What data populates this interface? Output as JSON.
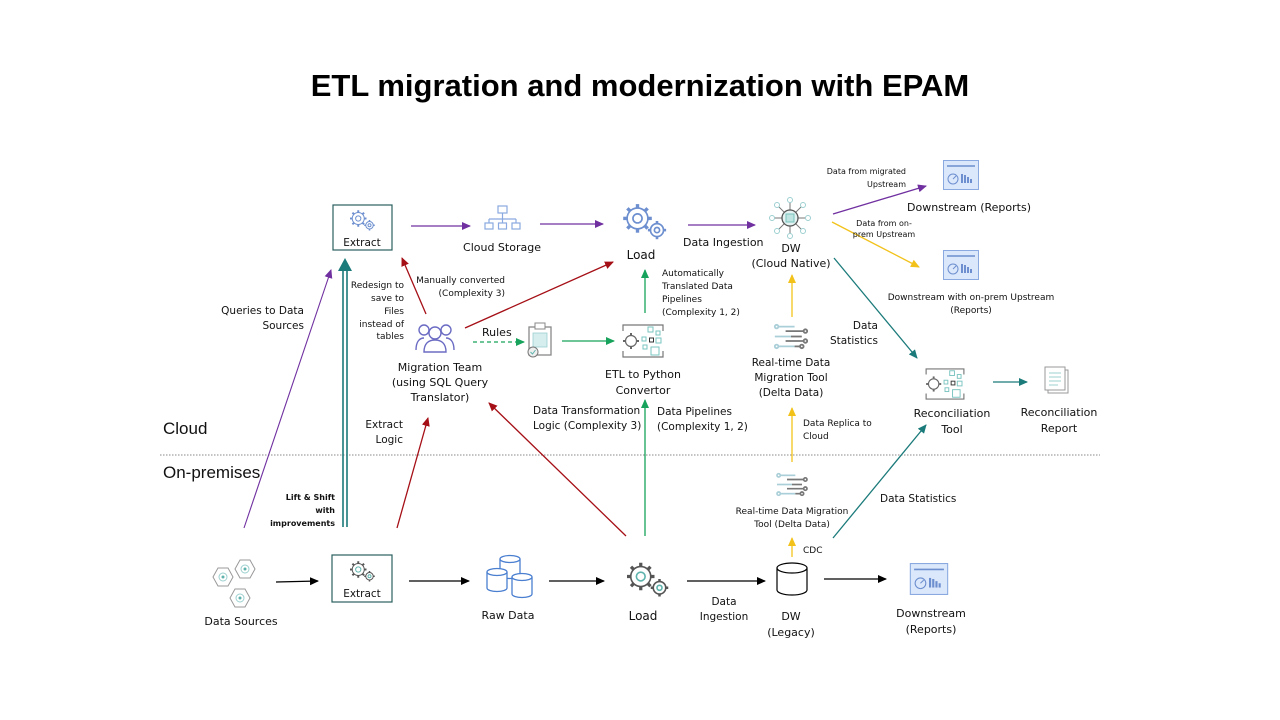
{
  "title": "ETL migration and modernization with EPAM",
  "zones": {
    "cloud": "Cloud",
    "on_prem": "On-premises"
  },
  "colors": {
    "purple": "#7030a0",
    "red": "#a50f16",
    "green": "#17a35b",
    "teal": "#1b7a7a",
    "yellow": "#f2c21b",
    "black": "#000000",
    "icon_blue": "#4a7fd0",
    "icon_teal": "#7ac4c0",
    "icon_grey": "#777777"
  },
  "nodes": {
    "extract_cloud": {
      "label": "Extract",
      "icon": "gears-icon"
    },
    "cloud_storage": {
      "label": "Cloud Storage",
      "icon": "hierarchy-icon"
    },
    "load_cloud": {
      "label": "Load",
      "icon": "gears-icon"
    },
    "dw_cloud": {
      "label_lines": [
        "DW",
        "(Cloud Native)"
      ],
      "icon": "hub-database-icon"
    },
    "downstream_reports": {
      "label": "Downstream (Reports)",
      "icon": "dashboard-icon"
    },
    "downstream_onprem_upstream": {
      "label_lines": [
        "Downstream with on-prem Upstream",
        "(Reports)"
      ],
      "icon": "dashboard-icon"
    },
    "migration_team": {
      "label_lines": [
        "Migration Team",
        "(using SQL Query",
        "Translator)"
      ],
      "icon": "team-icon"
    },
    "rules_doc": {
      "icon": "clipboard-check-icon"
    },
    "etl_python": {
      "label_lines": [
        "ETL to Python",
        "Convertor"
      ],
      "icon": "converter-icon"
    },
    "rt_tool_cloud": {
      "label_lines": [
        "Real-time Data",
        "Migration Tool",
        "(Delta Data)"
      ],
      "icon": "stream-icon"
    },
    "recon_tool": {
      "label_lines": [
        "Reconciliation",
        "Tool"
      ],
      "icon": "converter-icon"
    },
    "recon_report": {
      "label_lines": [
        "Reconciliation",
        "Report"
      ],
      "icon": "report-icon"
    },
    "data_sources": {
      "label": "Data Sources",
      "icon": "hexagon-sensors-icon"
    },
    "extract_onprem": {
      "label": "Extract",
      "icon": "gears-icon"
    },
    "raw_data": {
      "label": "Raw Data",
      "icon": "databases-icon"
    },
    "load_onprem": {
      "label": "Load",
      "icon": "gears-icon"
    },
    "dw_legacy": {
      "label_lines": [
        "DW",
        "(Legacy)"
      ],
      "icon": "cylinder-icon"
    },
    "downstream_legacy": {
      "label_lines": [
        "Downstream",
        "(Reports)"
      ],
      "icon": "dashboard-icon"
    },
    "rt_tool_onprem": {
      "label_lines": [
        "Real-time Data Migration",
        "Tool (Delta Data)"
      ],
      "icon": "stream-icon"
    }
  },
  "edge_labels": {
    "manually_converted": [
      "Manually converted",
      "(Complexity 3)"
    ],
    "redesign": [
      "Redesign to",
      "save to",
      "Files",
      "instead of",
      "tables"
    ],
    "queries": [
      "Queries to Data",
      "Sources"
    ],
    "rules": "Rules",
    "auto_translated": [
      "Automatically",
      "Translated Data",
      "Pipelines",
      "(Complexity 1, 2)"
    ],
    "data_ingestion_cloud": "Data Ingestion",
    "from_migrated": [
      "Data from migrated",
      "Upstream"
    ],
    "from_onprem": [
      "Data from on-",
      "prem Upstream"
    ],
    "data_statistics_cloud": [
      "Data",
      "Statistics"
    ],
    "extract_logic": [
      "Extract",
      "Logic"
    ],
    "transformation_logic": [
      "Data Transformation",
      "Logic (Complexity 3)"
    ],
    "data_pipelines": [
      "Data Pipelines",
      "(Complexity 1, 2)"
    ],
    "data_replica": [
      "Data Replica to",
      "Cloud"
    ],
    "lift_shift": [
      "Lift & Shift",
      "with",
      "improvements"
    ],
    "data_statistics_onprem": "Data Statistics",
    "cdc": "CDC",
    "data_ingestion_onprem": [
      "Data",
      "Ingestion"
    ]
  }
}
